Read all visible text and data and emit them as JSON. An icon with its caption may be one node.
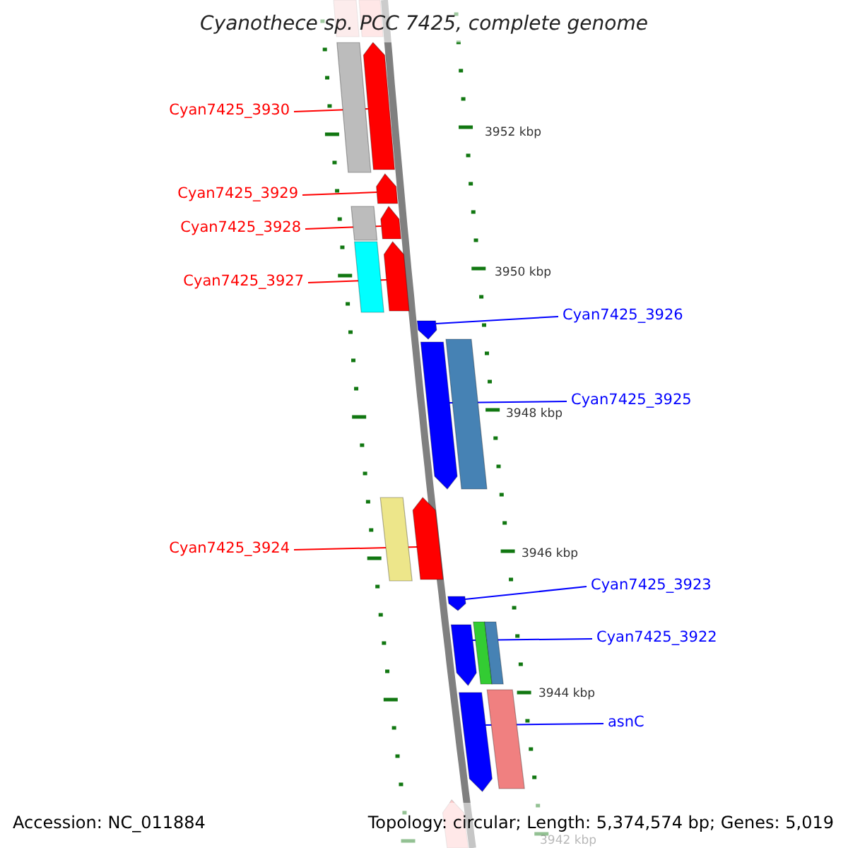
{
  "diagram": {
    "title": "Cyanothece sp. PCC 7425, complete genome",
    "nodes": [
      {
        "text": [
          "Cyan7425_3930"
        ]
      },
      {
        "text": [
          "Cyan7425_3929"
        ]
      },
      {
        "text": [
          "Cyan7425_3928"
        ]
      },
      {
        "text": [
          "Cyan7425_3927"
        ]
      },
      {
        "text": [
          "Cyan7425_3926"
        ]
      },
      {
        "text": [
          "Cyan7425_3925"
        ]
      },
      {
        "text": [
          "Cyan7425_3924"
        ]
      },
      {
        "text": [
          "Cyan7425_3923"
        ]
      },
      {
        "text": [
          "Cyan7425_3922"
        ]
      },
      {
        "text": [
          "asnC"
        ]
      },
      {
        "text": [],
        "shape": "bar"
      },
      {
        "text": [],
        "shape": "bar"
      },
      {
        "text": [],
        "shape": "bar"
      },
      {
        "text": [],
        "shape": "bar"
      },
      {
        "text": [],
        "shape": "bar"
      },
      {
        "text": [],
        "shape": "bar"
      },
      {
        "text": [],
        "shape": "bar"
      },
      {
        "text": [],
        "shape": "bar"
      },
      {
        "text": [],
        "shape": "bar"
      },
      {
        "text": [],
        "shape": "bar"
      },
      {
        "text": [],
        "shape": "box"
      },
      {
        "text": [],
        "shape": "box"
      },
      {
        "text": [],
        "shape": "box"
      },
      {
        "text": [],
        "shape": "box"
      },
      {
        "text": [],
        "shape": "box"
      },
      {
        "text": [],
        "shape": "box"
      },
      {
        "text": [],
        "shape": "box"
      },
      {
        "text": [],
        "shape": "box"
      },
      {
        "text": [],
        "shape": "box"
      },
      {
        "text": [],
        "shape": "box"
      },
      {
        "text": [],
        "shape": "bar"
      }
    ],
    "edges": [
      {
        "from": 0,
        "to": 10,
        "arrow": "none",
        "color": "#ff0000"
      },
      {
        "from": 1,
        "to": 11,
        "arrow": "none",
        "color": "#ff0000"
      },
      {
        "from": 2,
        "to": 12,
        "arrow": "none",
        "color": "#ff0000"
      },
      {
        "from": 3,
        "to": 13,
        "arrow": "none",
        "color": "#ff0000"
      },
      {
        "from": 4,
        "to": 14,
        "arrow": "none",
        "color": "#0000ff"
      },
      {
        "from": 5,
        "to": 15,
        "arrow": "none",
        "color": "#0000ff"
      },
      {
        "from": 6,
        "to": 16,
        "arrow": "none",
        "color": "#ff0000"
      },
      {
        "from": 7,
        "to": 17,
        "arrow": "none",
        "color": "#0000ff"
      },
      {
        "from": 8,
        "to": 18,
        "arrow": "none",
        "color": "#0000ff"
      },
      {
        "from": 9,
        "to": 19,
        "arrow": "none",
        "color": "#0000ff"
      }
    ],
    "labels": [
      "3952 kbp",
      "3950 kbp",
      "3948 kbp",
      "3946 kbp",
      "3944 kbp",
      "3942 kbp",
      "Accession: NC_011884",
      "Topology: circular; Length: 5,374,574 bp; Genes: 5,019"
    ]
  }
}
